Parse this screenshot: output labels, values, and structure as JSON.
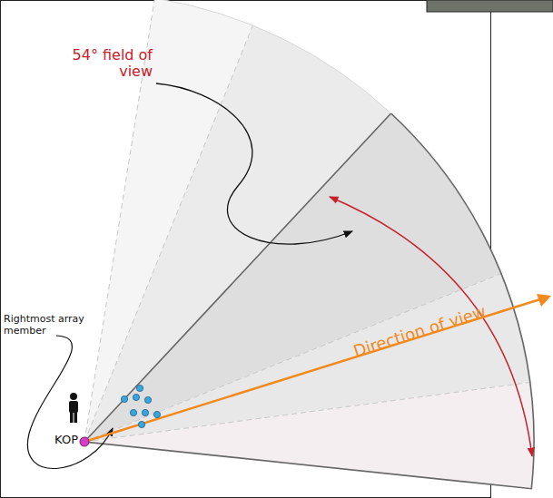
{
  "diagram": {
    "labels": [
      "54° field of view",
      "Direction of view",
      "Rightmost array member",
      "KOP"
    ]
  }
}
